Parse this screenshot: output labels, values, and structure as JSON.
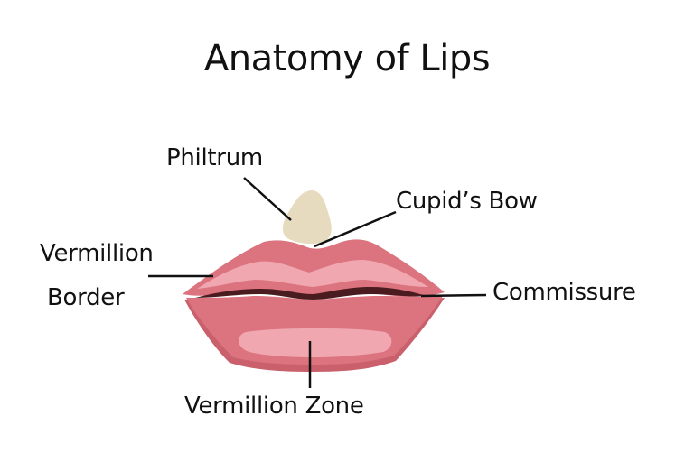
{
  "title": "Anatomy of Lips",
  "labels": {
    "philtrum": "Philtrum",
    "cupids_bow": "Cupid’s Bow",
    "vermillion_border_line1": "Vermillion",
    "vermillion_border_line2": "Border",
    "commissure": "Commissure",
    "vermillion_zone": "Vermillion Zone"
  },
  "colors": {
    "background": "#ffffff",
    "text": "#111111",
    "leader_line": "#111111",
    "philtrum": "#e6dbbe",
    "lip_base": "#dc7480",
    "lip_shadow": "#c9606c",
    "lip_highlight": "#f0a7b0",
    "lip_line": "#4a1c1f"
  }
}
